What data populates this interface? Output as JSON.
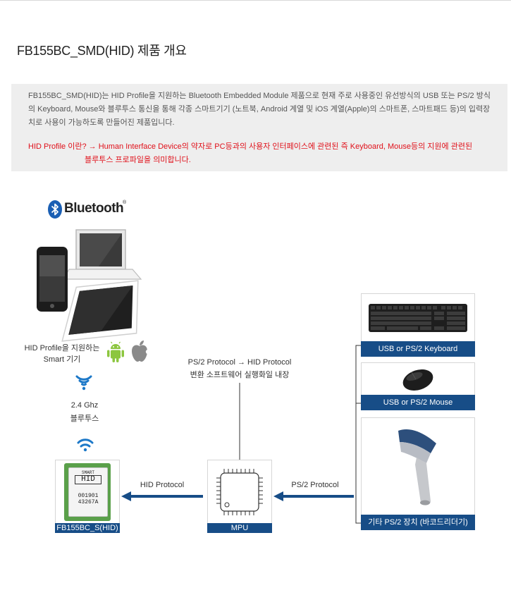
{
  "page_title": "FB155BC_SMD(HID) 제품 개요",
  "intro": {
    "description": "FB155BC_SMD(HID)는 HID Profile을 지원하는 Bluetooth Embedded Module 제품으로 현재 주로 사용중인 유선방식의 USB 또는 PS/2 방식의 Keyboard, Mouse와 블루투스 통신을 통해 각종 스마트기기 (노트북, Android 계열 및 iOS 계열(Apple)의 스마트폰, 스마트패드 등)의 입력장치로 사용이 가능하도록 만들어진 제품입니다.",
    "hid_note_line1": "HID Profile 이란?  → Human Interface Device의 약자로 PC등과의 사용자 인터페이스에 관련된 즉 Keyboard, Mouse등의 지원에 관련된",
    "hid_note_line2": "블루투스 프로파일을 의미합니다."
  },
  "bluetooth_logo_text": "Bluetooth",
  "smart_devices": {
    "label_line1": "HID Profile을 지원하는",
    "label_line2": "Smart 기기"
  },
  "wireless": {
    "freq": "2.4 Ghz",
    "protocol": "블루투스"
  },
  "module": {
    "chip_brand": "SMART",
    "chip_name": "HID",
    "chip_code1": "001901",
    "chip_code2": "43267A",
    "caption": "FB155BC_S(HID)"
  },
  "mpu": {
    "caption": "MPU",
    "note_line1": "PS/2 Protocol → HID Protocol",
    "note_line2": "변환 소프트웨어 실행화일 내장"
  },
  "links": {
    "hid_protocol": "HID Protocol",
    "ps2_protocol": "PS/2 Protocol"
  },
  "input_devices": [
    {
      "caption": "USB or PS/2 Keyboard"
    },
    {
      "caption": "USB or PS/2 Mouse"
    },
    {
      "caption": "기타 PS/2 장치 (바코드리더기)"
    }
  ],
  "colors": {
    "accent": "#174d87",
    "note_red": "#e0101a",
    "info_bg": "#eeeeee"
  }
}
